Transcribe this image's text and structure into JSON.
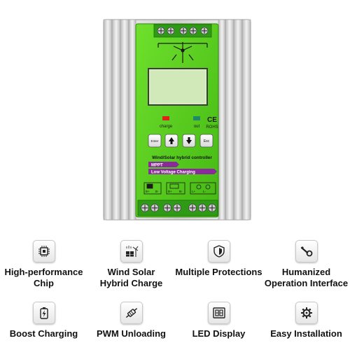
{
  "device": {
    "logo_text": "CE",
    "rohs_text": "ROHS",
    "led_charge_label": "charge",
    "led_out_label": "out",
    "buttons": {
      "enter": "Enter",
      "esc": "Esc"
    },
    "title": "Wind/Solar hybrid controller",
    "tag_mppt": "MPPT",
    "tag_low_voltage": "Low Voltage Charging",
    "terminal_labels": [
      "B+",
      "B-",
      "B+",
      "B-",
      "L+",
      "L-"
    ],
    "colors": {
      "panel_green": "#5fd321",
      "panel_dark_green": "#2f9e12",
      "aluminum": "#c8c8c8",
      "lcd": "#dcefc9",
      "charge_led": "#e0221a",
      "out_led": "#1f8a6a"
    }
  },
  "features": [
    {
      "icon": "chip-icon",
      "label_lines": [
        "High-performance",
        "Chip"
      ]
    },
    {
      "icon": "wind-solar-icon",
      "label_lines": [
        "Wind Solar",
        "Hybrid Charge"
      ]
    },
    {
      "icon": "shield-icon",
      "label_lines": [
        "Multiple Protections"
      ]
    },
    {
      "icon": "wrench-icon",
      "label_lines": [
        "Humanized",
        "Operation Interface"
      ]
    },
    {
      "icon": "battery-charge-icon",
      "label_lines": [
        "Boost Charging"
      ]
    },
    {
      "icon": "pwm-resistor-icon",
      "label_lines": [
        "PWM Unloading"
      ]
    },
    {
      "icon": "led-display-icon",
      "label_lines": [
        "LED Display"
      ]
    },
    {
      "icon": "gear-icon",
      "label_lines": [
        "Easy Installation"
      ]
    }
  ]
}
